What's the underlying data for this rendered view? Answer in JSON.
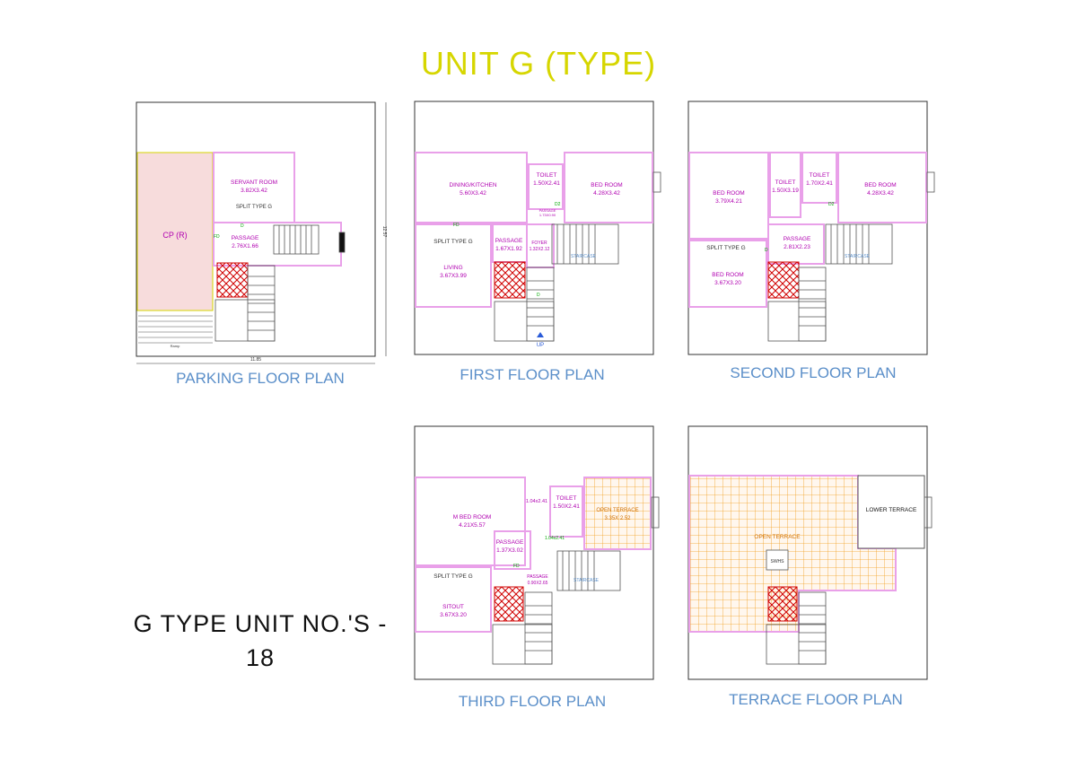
{
  "title": "UNIT G (TYPE)",
  "units_note": {
    "line1": "G TYPE UNIT NO.'S -",
    "line2": "18"
  },
  "plans": {
    "parking": {
      "caption": "PARKING FLOOR PLAN",
      "cp_label": "CP (R)",
      "servant_room": "SERVANT ROOM",
      "servant_dim": "3.82X3.42",
      "split": "SPLIT TYPE G",
      "passage": "PASSAGE",
      "passage_dim": "2.76X1.66",
      "ramp": "Ramp",
      "dim_width": "11.85",
      "dim_height": "12.57",
      "fd": "FD",
      "d": "D"
    },
    "first": {
      "caption": "FIRST FLOOR PLAN",
      "dining": "DINING/KITCHEN",
      "dining_dim": "5.60X3.42",
      "toilet": "TOILET",
      "toilet_dim": "1.50X2.41",
      "bed": "BED ROOM",
      "bed_dim": "4.28X3.42",
      "passage_small": "PASSAGE",
      "passage_small_dim": "1.73X0.90",
      "split": "SPLIT TYPE G",
      "passage": "PASSAGE",
      "passage_dim": "1.67X1.92",
      "foyer": "FOYER",
      "foyer_dim": "1.32X2.12",
      "living": "LIVING",
      "living_dim": "3.67X3.99",
      "staircase": "STAIRCASE",
      "up": "UP",
      "fd": "FD",
      "d": "D",
      "d2": "D2"
    },
    "second": {
      "caption": "SECOND FLOOR PLAN",
      "bed1": "BED ROOM",
      "bed1_dim": "3.79X4.21",
      "toilet1": "TOILET",
      "toilet1_dim": "1.50X3.19",
      "toilet2": "TOILET",
      "toilet2_dim": "1.70X2.41",
      "bed2": "BED ROOM",
      "bed2_dim": "4.28X3.42",
      "split": "SPLIT TYPE G",
      "passage": "PASSAGE",
      "passage_dim": "2.81X2.23",
      "bed3": "BED ROOM",
      "bed3_dim": "3.67X3.20",
      "staircase": "STAIRCASE",
      "d": "D",
      "d2": "D2"
    },
    "third": {
      "caption": "THIRD FLOOR PLAN",
      "mbed": "M BED ROOM",
      "mbed_dim": "4.21X5.57",
      "dim1": "1.04x2.41",
      "toilet": "TOILET",
      "toilet_dim": "1.50X2.41",
      "terrace": "OPEN TERRACE",
      "terrace_dim": "3.35X 2.52",
      "dim2": "1.04x2.41",
      "passage": "PASSAGE",
      "passage_dim": "1.37X3.02",
      "split": "SPLIT TYPE G",
      "passage2": "PASSAGE",
      "passage2_dim": "0.90X2.65",
      "sitout": "SITOUT",
      "sitout_dim": "3.67X3.20",
      "staircase": "STAIRCASE",
      "fd": "FD"
    },
    "terrace": {
      "caption": "TERRACE FLOOR PLAN",
      "lower": "LOWER TERRACE",
      "open": "OPEN TERRACE",
      "swhs": "SWHS"
    }
  },
  "colors": {
    "wall": "#e9a0e9",
    "room_text": "#b000b0",
    "caption": "#5b8fc9",
    "title": "#d6d600",
    "tile": "#f2a020",
    "hatch": "#d00000"
  }
}
